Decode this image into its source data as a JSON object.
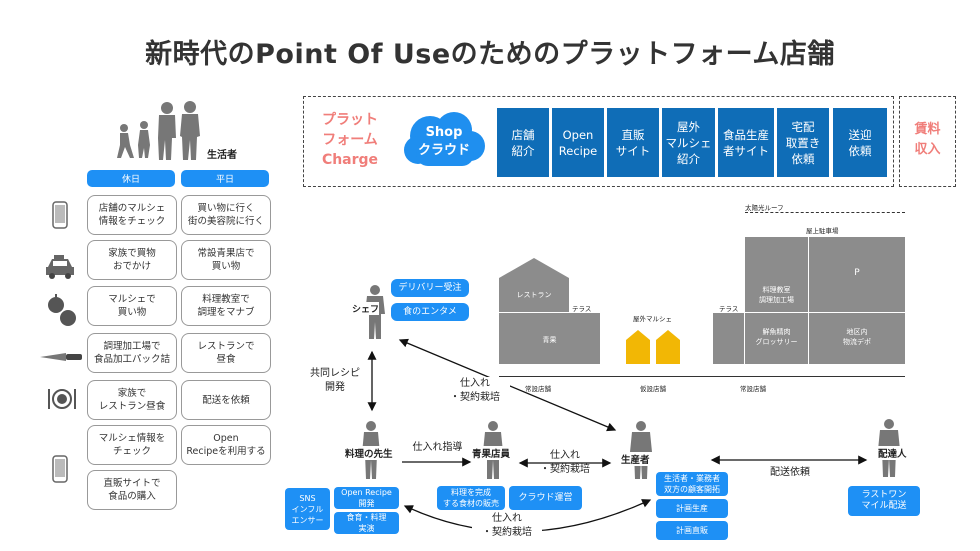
{
  "title": "新時代のPoint Of Useのためのプラットフォーム店舗",
  "platform": {
    "charge_label": "プラット\nフォーム\nCharge",
    "cloud_label": "Shop\nクラウド",
    "services": [
      "店舗\n紹介",
      "Open\nRecipe",
      "直販\nサイト",
      "屋外\nマルシェ\n紹介",
      "食品生産\n者サイト",
      "宅配\n取置き\n依頼",
      "送迎\n依頼"
    ],
    "rent_label": "賃料\n収入"
  },
  "lifestyle": {
    "header": "生活者",
    "holiday_label": "休日",
    "weekday_label": "平日",
    "rows": [
      {
        "icon": "smartphone-icon",
        "holiday": "店舗のマルシェ\n情報をチェック",
        "weekday": "買い物に行く\n街の美容院に行く"
      },
      {
        "icon": "car-icon",
        "holiday": "家族で買物\nおでかけ",
        "weekday": "常設青果店で\n買い物"
      },
      {
        "icon": "fruit-icon",
        "holiday": "マルシェで\n買い物",
        "weekday": "料理教室で\n調理をマナブ"
      },
      {
        "icon": "knife-icon",
        "holiday": "調理加工場で\n食品加工パック詰",
        "weekday": "レストランで\n昼食"
      },
      {
        "icon": "dining-icon",
        "holiday": "家族で\nレストラン昼食",
        "weekday": "配送を依頼"
      },
      {
        "icon": "smartphone-icon",
        "holiday": "マルシェ情報を\nチェック",
        "weekday": "Open\nRecipeを利用する"
      },
      {
        "icon": "",
        "holiday": "直販サイトで\n食品の購入",
        "weekday": ""
      }
    ]
  },
  "actors": {
    "chef": "シェフ",
    "teacher": "料理の先生",
    "greengrocer": "青果店員",
    "producer": "生産者",
    "delivery": "配達人"
  },
  "chef_tags": [
    "デリバリー受注",
    "食のエンタメ"
  ],
  "teacher_tags": {
    "sns": "SNS\nインフル\nエンサー",
    "recipe": "Open Recipe\n開発",
    "edu": "食育・料理\n実演"
  },
  "grocer_tags": [
    "料理を完成\nする食材の販売",
    "クラウド運営"
  ],
  "producer_tags": [
    "生活者・業務者\n双方の顧客開拓",
    "計画生産",
    "計画直販"
  ],
  "delivery_tags": [
    "ラストワン\nマイル配送"
  ],
  "relations": {
    "recipe_dev": "共同レシピ\n開発",
    "sourcing_chef": "仕入れ\n・契約栽培",
    "sourcing_guide": "仕入れ指導",
    "sourcing_grocer": "仕入れ\n・契約栽培",
    "sourcing_teacher": "仕入れ\n・契約栽培",
    "delivery_request": "配送依頼"
  },
  "building": {
    "solar_roof": "太陽光ルーフ",
    "rooftop_parking": "屋上駐車場",
    "parking_mark": "P",
    "restaurant": "レストラン",
    "terrace1": "テラス",
    "greengrocery": "青果",
    "outdoor_marche": "屋外マルシェ",
    "terrace2": "テラス",
    "cooking_class": "料理教室\n調理加工場",
    "fresh_shop": "鮮魚精肉\nグロッサリー",
    "logistics": "地区内\n物流デポ",
    "permanent1": "常設店舗",
    "temporary": "仮設店舗",
    "permanent2": "常設店舗"
  }
}
